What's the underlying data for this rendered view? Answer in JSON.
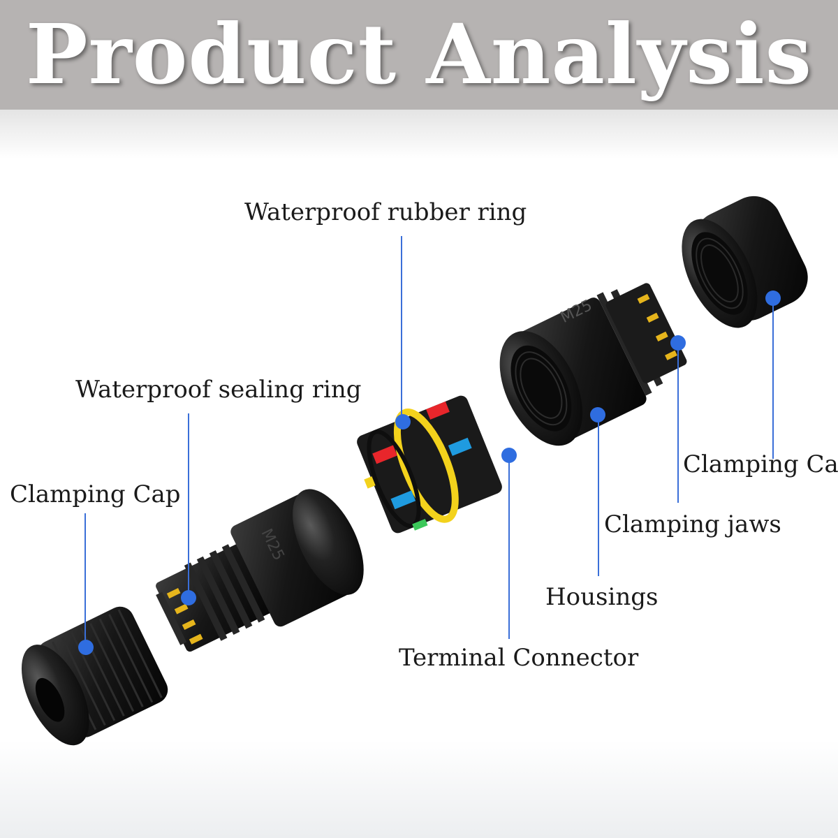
{
  "title": "Product Analysis",
  "labels": {
    "waterproof_rubber_ring": "Waterproof rubber ring",
    "waterproof_sealing_ring": "Waterproof sealing ring",
    "clamping_cap_left": "Clamping Cap",
    "terminal_connector": "Terminal Connector",
    "housings": "Housings",
    "clamping_jaws": "Clamping jaws",
    "clamping_cap_right": "Clamping Cap"
  },
  "housing_marking": "M25",
  "colors": {
    "banner": "#b6b3b2",
    "title_text": "#ffffff",
    "leader_line": "#3a6fd8",
    "marker_dot": "#2f6de0",
    "part_black": "#151515",
    "ring_yellow": "#f3d21c",
    "terminal_red": "#e8262b",
    "terminal_blue": "#1f9be0",
    "terminal_green": "#3cc85a"
  }
}
